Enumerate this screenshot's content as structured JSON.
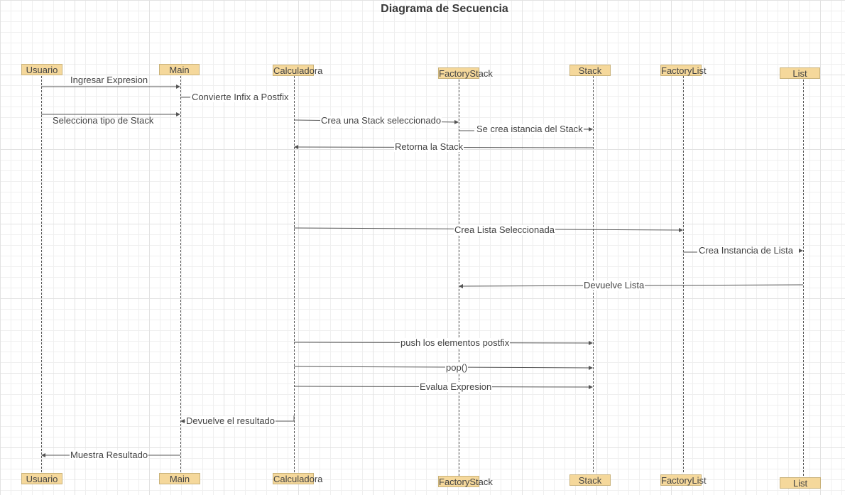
{
  "title": "Diagrama de Secuencia",
  "participants": {
    "usuario": "Usuario",
    "main": "Main",
    "calculadora": "Calculadora",
    "factorystack": "FactoryStack",
    "stack": "Stack",
    "factorylist": "FactoryList",
    "list": "List"
  },
  "messages": {
    "m1": "Ingresar Expresion",
    "m2": "Convierte Infix a Postfix",
    "m3": "Selecciona tipo de Stack",
    "m4": "Crea una Stack seleccionado",
    "m5": "Se crea istancia del Stack",
    "m6": "Retorna la Stack",
    "m7": "Crea Lista Seleccionada",
    "m8": "Crea Instancia de Lista",
    "m9": "Devuelve Lista",
    "m10": "push los elementos postfix",
    "m11": "pop()",
    "m12": "Evalua Expresion",
    "m13": "Devuelve el resultado",
    "m14": "Muestra Resultado"
  },
  "colors": {
    "box_fill": "#f5d89b",
    "box_border": "#c9b27a",
    "line": "#555555"
  }
}
